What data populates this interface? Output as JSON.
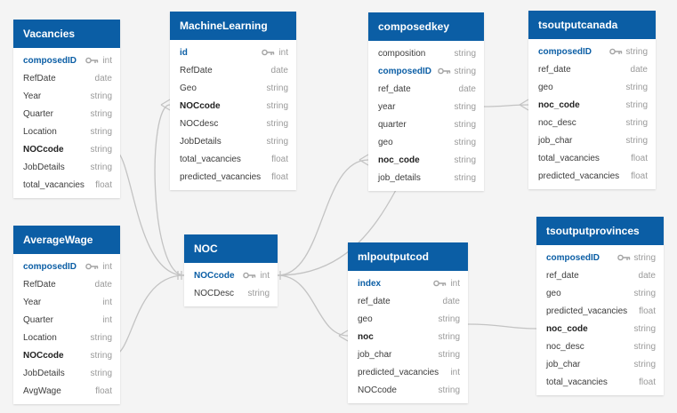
{
  "colors": {
    "header": "#0b5ea5",
    "primary_key": "#0b5ea5",
    "link": "#c3c3c3"
  },
  "tables": {
    "vacancies": {
      "title": "Vacancies",
      "fields": [
        {
          "name": "composedID",
          "type": "int",
          "pk": true
        },
        {
          "name": "RefDate",
          "type": "date"
        },
        {
          "name": "Year",
          "type": "string"
        },
        {
          "name": "Quarter",
          "type": "string"
        },
        {
          "name": "Location",
          "type": "string"
        },
        {
          "name": "NOCcode",
          "type": "string",
          "emph": true
        },
        {
          "name": "JobDetails",
          "type": "string"
        },
        {
          "name": "total_vacancies",
          "type": "float"
        }
      ]
    },
    "averagewage": {
      "title": "AverageWage",
      "fields": [
        {
          "name": "composedID",
          "type": "int",
          "pk": true
        },
        {
          "name": "RefDate",
          "type": "date"
        },
        {
          "name": "Year",
          "type": "int"
        },
        {
          "name": "Quarter",
          "type": "int"
        },
        {
          "name": "Location",
          "type": "string"
        },
        {
          "name": "NOCcode",
          "type": "string",
          "emph": true
        },
        {
          "name": "JobDetails",
          "type": "string"
        },
        {
          "name": "AvgWage",
          "type": "float"
        }
      ]
    },
    "machinelearning": {
      "title": "MachineLearning",
      "fields": [
        {
          "name": "id",
          "type": "int",
          "pk": true
        },
        {
          "name": "RefDate",
          "type": "date"
        },
        {
          "name": "Geo",
          "type": "string"
        },
        {
          "name": "NOCcode",
          "type": "string",
          "emph": true
        },
        {
          "name": "NOCdesc",
          "type": "string"
        },
        {
          "name": "JobDetails",
          "type": "string"
        },
        {
          "name": "total_vacancies",
          "type": "float"
        },
        {
          "name": "predicted_vacancies",
          "type": "float"
        }
      ]
    },
    "noc": {
      "title": "NOC",
      "fields": [
        {
          "name": "NOCcode",
          "type": "int",
          "pk": true
        },
        {
          "name": "NOCDesc",
          "type": "string"
        }
      ]
    },
    "composedkey": {
      "title": "composedkey",
      "fields": [
        {
          "name": "composition",
          "type": "string"
        },
        {
          "name": "composedID",
          "type": "string",
          "pk": true
        },
        {
          "name": "ref_date",
          "type": "date"
        },
        {
          "name": "year",
          "type": "string"
        },
        {
          "name": "quarter",
          "type": "string"
        },
        {
          "name": "geo",
          "type": "string"
        },
        {
          "name": "noc_code",
          "type": "string",
          "emph": true
        },
        {
          "name": "job_details",
          "type": "string"
        }
      ]
    },
    "mlpoutputcod": {
      "title": "mlpoutputcod",
      "fields": [
        {
          "name": "index",
          "type": "int",
          "pk": true
        },
        {
          "name": "ref_date",
          "type": "date"
        },
        {
          "name": "geo",
          "type": "string"
        },
        {
          "name": "noc",
          "type": "string",
          "emph": true
        },
        {
          "name": "job_char",
          "type": "string"
        },
        {
          "name": "predicted_vacancies",
          "type": "int"
        },
        {
          "name": "NOCcode",
          "type": "string"
        }
      ]
    },
    "tsoutputcanada": {
      "title": "tsoutputcanada",
      "fields": [
        {
          "name": "composedID",
          "type": "string",
          "pk": true
        },
        {
          "name": "ref_date",
          "type": "date"
        },
        {
          "name": "geo",
          "type": "string"
        },
        {
          "name": "noc_code",
          "type": "string",
          "emph": true
        },
        {
          "name": "noc_desc",
          "type": "string"
        },
        {
          "name": "job_char",
          "type": "string"
        },
        {
          "name": "total_vacancies",
          "type": "float"
        },
        {
          "name": "predicted_vacancies",
          "type": "float"
        }
      ]
    },
    "tsoutputprovinces": {
      "title": "tsoutputprovinces",
      "fields": [
        {
          "name": "composedID",
          "type": "string",
          "pk": true
        },
        {
          "name": "ref_date",
          "type": "date"
        },
        {
          "name": "geo",
          "type": "string"
        },
        {
          "name": "predicted_vacancies",
          "type": "float"
        },
        {
          "name": "noc_code",
          "type": "string",
          "emph": true
        },
        {
          "name": "noc_desc",
          "type": "string"
        },
        {
          "name": "job_char",
          "type": "string"
        },
        {
          "name": "total_vacancies",
          "type": "float"
        }
      ]
    }
  }
}
